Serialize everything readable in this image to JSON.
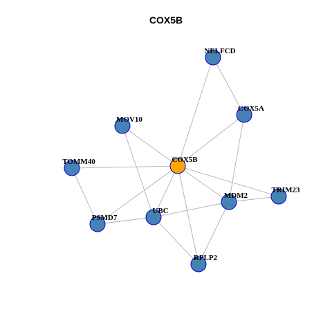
{
  "title": "COX5B",
  "colors": {
    "hub_fill": "#FFA500",
    "node_fill": "#4682B4",
    "node_stroke": "#0000CD",
    "edge": "#B0B0B0"
  },
  "graph": {
    "hub": "COX5B",
    "nodes": [
      "COX5B",
      "NELFCD",
      "COX5A",
      "MOV10",
      "TOMM40",
      "TRIM23",
      "MDM2",
      "UBC",
      "PSMD7",
      "RPLP2"
    ],
    "edges": [
      [
        "COX5B",
        "NELFCD"
      ],
      [
        "COX5B",
        "COX5A"
      ],
      [
        "COX5B",
        "MOV10"
      ],
      [
        "COX5B",
        "TOMM40"
      ],
      [
        "COX5B",
        "TRIM23"
      ],
      [
        "COX5B",
        "MDM2"
      ],
      [
        "COX5B",
        "UBC"
      ],
      [
        "COX5B",
        "PSMD7"
      ],
      [
        "COX5B",
        "RPLP2"
      ],
      [
        "NELFCD",
        "COX5A"
      ],
      [
        "COX5A",
        "MDM2"
      ],
      [
        "MOV10",
        "UBC"
      ],
      [
        "TOMM40",
        "PSMD7"
      ],
      [
        "PSMD7",
        "UBC"
      ],
      [
        "UBC",
        "MDM2"
      ],
      [
        "UBC",
        "RPLP2"
      ],
      [
        "MDM2",
        "TRIM23"
      ],
      [
        "MDM2",
        "RPLP2"
      ]
    ]
  }
}
